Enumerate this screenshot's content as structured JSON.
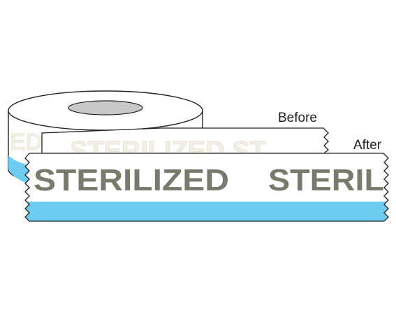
{
  "labels": {
    "before": "Before",
    "after": "After"
  },
  "tape": {
    "before_text": "STERILIZED ST",
    "roll_text": "ED",
    "after_text_1": "STERILIZED",
    "after_text_2": "STERIL"
  },
  "colors": {
    "stripe_blue": "#6ecbf2",
    "ink_after": "#7a7a6c",
    "ink_before": "#f2f0e6",
    "outline": "#222222"
  }
}
